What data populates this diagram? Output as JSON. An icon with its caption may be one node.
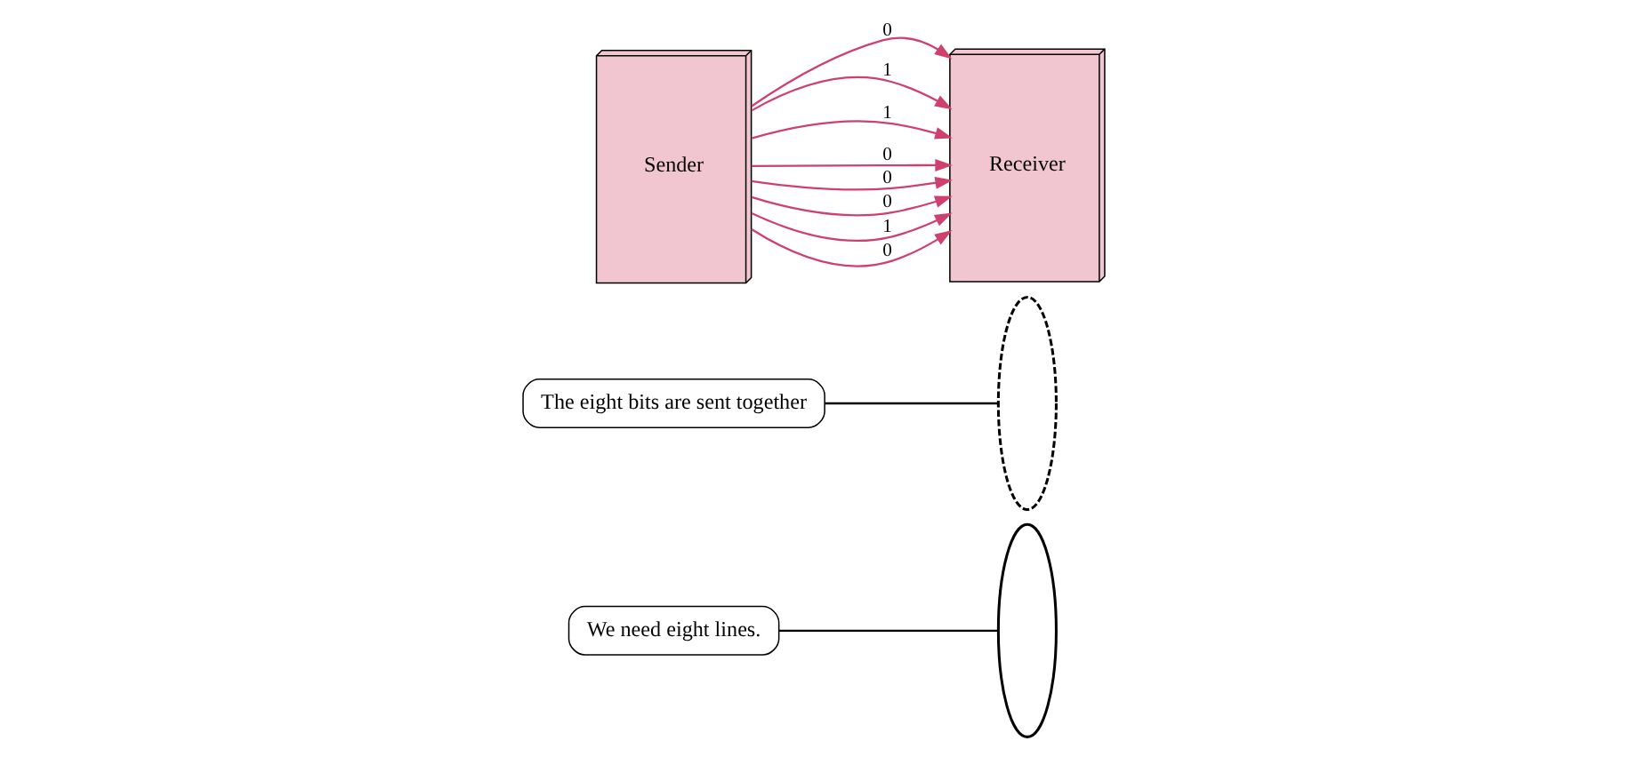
{
  "diagram": {
    "nodes": [
      {
        "text": [
          "Sender"
        ]
      },
      {
        "text": [
          "Receiver"
        ]
      },
      {
        "text": [
          "The eight bits are sent together"
        ]
      },
      {
        "text": [
          "We need eight lines."
        ]
      },
      {
        "text": [],
        "shape": "ellipse"
      },
      {
        "text": [],
        "shape": "ellipse"
      }
    ],
    "edges": [
      {
        "from": 0,
        "to": 1,
        "arrow": "to",
        "label": "0"
      },
      {
        "from": 0,
        "to": 1,
        "arrow": "to",
        "label": "1"
      },
      {
        "from": 0,
        "to": 1,
        "arrow": "to",
        "label": "1"
      },
      {
        "from": 0,
        "to": 1,
        "arrow": "to",
        "label": "0"
      },
      {
        "from": 0,
        "to": 1,
        "arrow": "to",
        "label": "0"
      },
      {
        "from": 0,
        "to": 1,
        "arrow": "to",
        "label": "0"
      },
      {
        "from": 0,
        "to": 1,
        "arrow": "to",
        "label": "1"
      },
      {
        "from": 0,
        "to": 1,
        "arrow": "to",
        "label": "0"
      },
      {
        "from": 2,
        "to": 4,
        "arrow": "none",
        "color": "#000000"
      },
      {
        "from": 3,
        "to": 5,
        "arrow": "none",
        "color": "#000000"
      }
    ]
  }
}
